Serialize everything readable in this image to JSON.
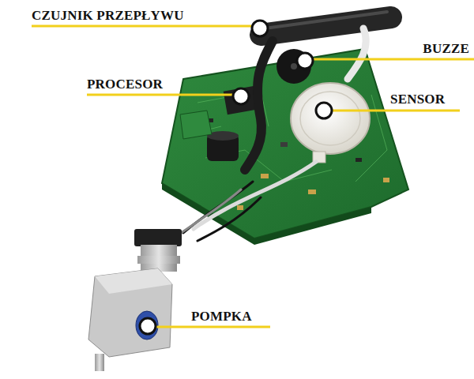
{
  "diagram": {
    "labels": [
      "CZUJNIK PRZEPŁYWU",
      "BUZZE",
      "PROCESOR",
      "SENSOR",
      "POMPKA"
    ]
  }
}
